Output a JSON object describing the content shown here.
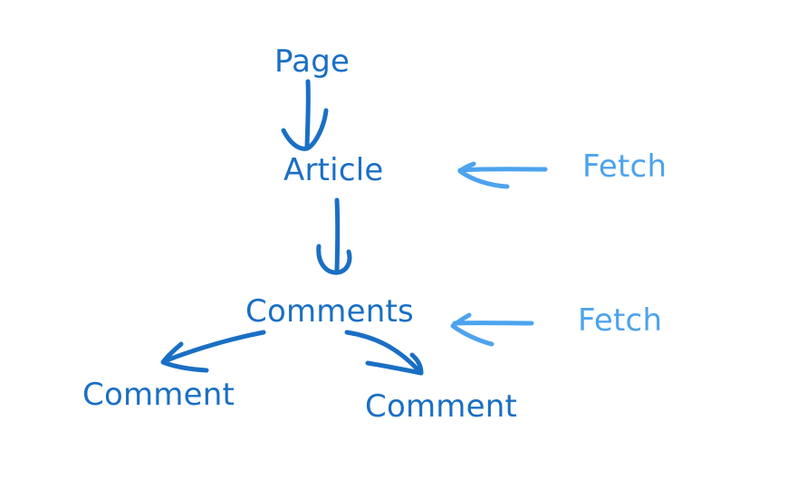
{
  "diagram": {
    "nodes": {
      "page": {
        "label": "Page"
      },
      "article": {
        "label": "Article"
      },
      "comments": {
        "label": "Comments"
      },
      "comment_left": {
        "label": "Comment"
      },
      "comment_right": {
        "label": "Comment"
      }
    },
    "fetch_labels": {
      "article_fetch": {
        "label": "Fetch"
      },
      "comments_fetch": {
        "label": "Fetch"
      }
    },
    "colors": {
      "primary": "#1a6fc4",
      "fetch": "#4da3ee",
      "background": "#ffffff"
    }
  }
}
